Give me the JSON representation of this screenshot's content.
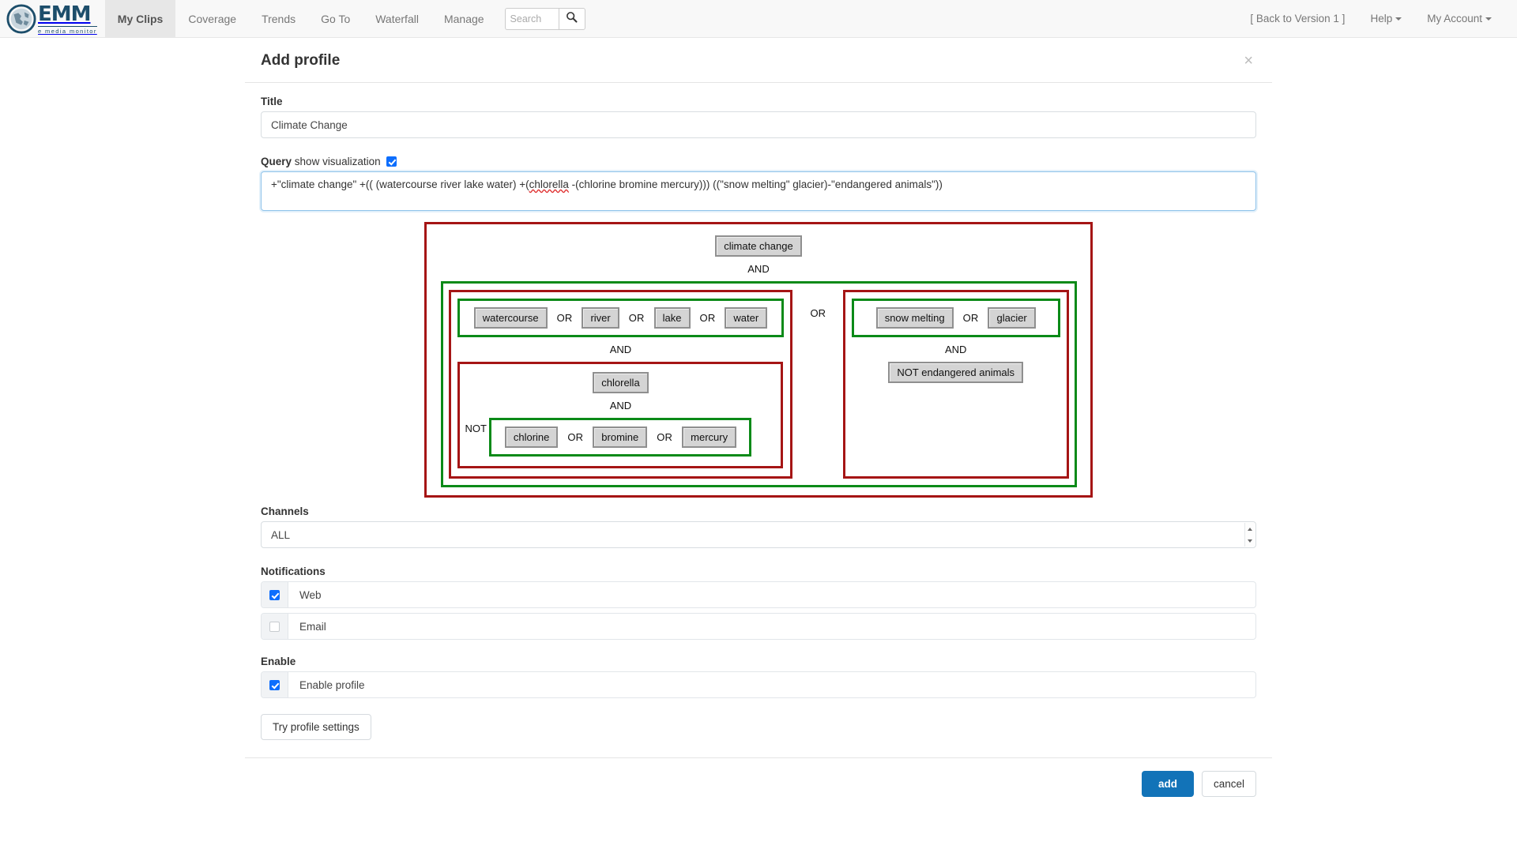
{
  "navbar": {
    "brand": {
      "name": "EMM",
      "subtitle": "e media monitor"
    },
    "items": [
      {
        "label": "My Clips",
        "active": true
      },
      {
        "label": "Coverage",
        "active": false
      },
      {
        "label": "Trends",
        "active": false
      },
      {
        "label": "Go To",
        "active": false
      },
      {
        "label": "Waterfall",
        "active": false
      },
      {
        "label": "Manage",
        "active": false
      }
    ],
    "search": {
      "placeholder": "Search",
      "value": ""
    },
    "right": [
      {
        "label": "[ Back to Version 1 ]"
      },
      {
        "label": "Help"
      },
      {
        "label": "My Account"
      }
    ]
  },
  "modal": {
    "title": "Add profile",
    "close_label": "×",
    "title_field": {
      "label": "Title",
      "value": "Climate Change"
    },
    "query_field": {
      "label": "Query",
      "toggle_label": "show visualization",
      "toggle_checked": true,
      "value": "+\"climate change\" +(( (watercourse river lake water) +(chlorella -(chlorine bromine mercury))) ((\"snow melting\" glacier)-\"endangered animals\"))",
      "part_a": "+\"climate change\" +(( (watercourse river lake water) +(",
      "part_misspelled": "chlorella",
      "part_b": " -(chlorine bromine mercury))) ((\"snow melting\" glacier)-\"endangered animals\"))"
    },
    "channels": {
      "label": "Channels",
      "selected": "ALL",
      "options": [
        "ALL"
      ]
    },
    "notifications": {
      "label": "Notifications",
      "rows": [
        {
          "label": "Web",
          "checked": true
        },
        {
          "label": "Email",
          "checked": false
        }
      ]
    },
    "enable": {
      "label": "Enable",
      "rows": [
        {
          "label": "Enable profile",
          "checked": true
        }
      ]
    },
    "try_button": "Try profile settings",
    "footer": {
      "primary": "add",
      "secondary": "cancel"
    }
  },
  "visualization": {
    "colors": {
      "red": "#a51515",
      "green": "#0b8a18",
      "token_bg": "#d4d4d4",
      "token_border": "#8f8f8f"
    },
    "root_term": "climate change",
    "root_op": "AND",
    "branch_op": "OR",
    "left": {
      "terms_op": "OR",
      "terms": [
        "watercourse",
        "river",
        "lake",
        "water"
      ],
      "op": "AND",
      "not_label": "NOT",
      "inner_term": "chlorella",
      "inner_op": "AND",
      "inner_terms_op": "OR",
      "inner_terms": [
        "chlorine",
        "bromine",
        "mercury"
      ]
    },
    "right": {
      "terms_op": "OR",
      "terms": [
        "snow melting",
        "glacier"
      ],
      "op": "AND",
      "negated_term": "NOT endangered animals"
    }
  }
}
